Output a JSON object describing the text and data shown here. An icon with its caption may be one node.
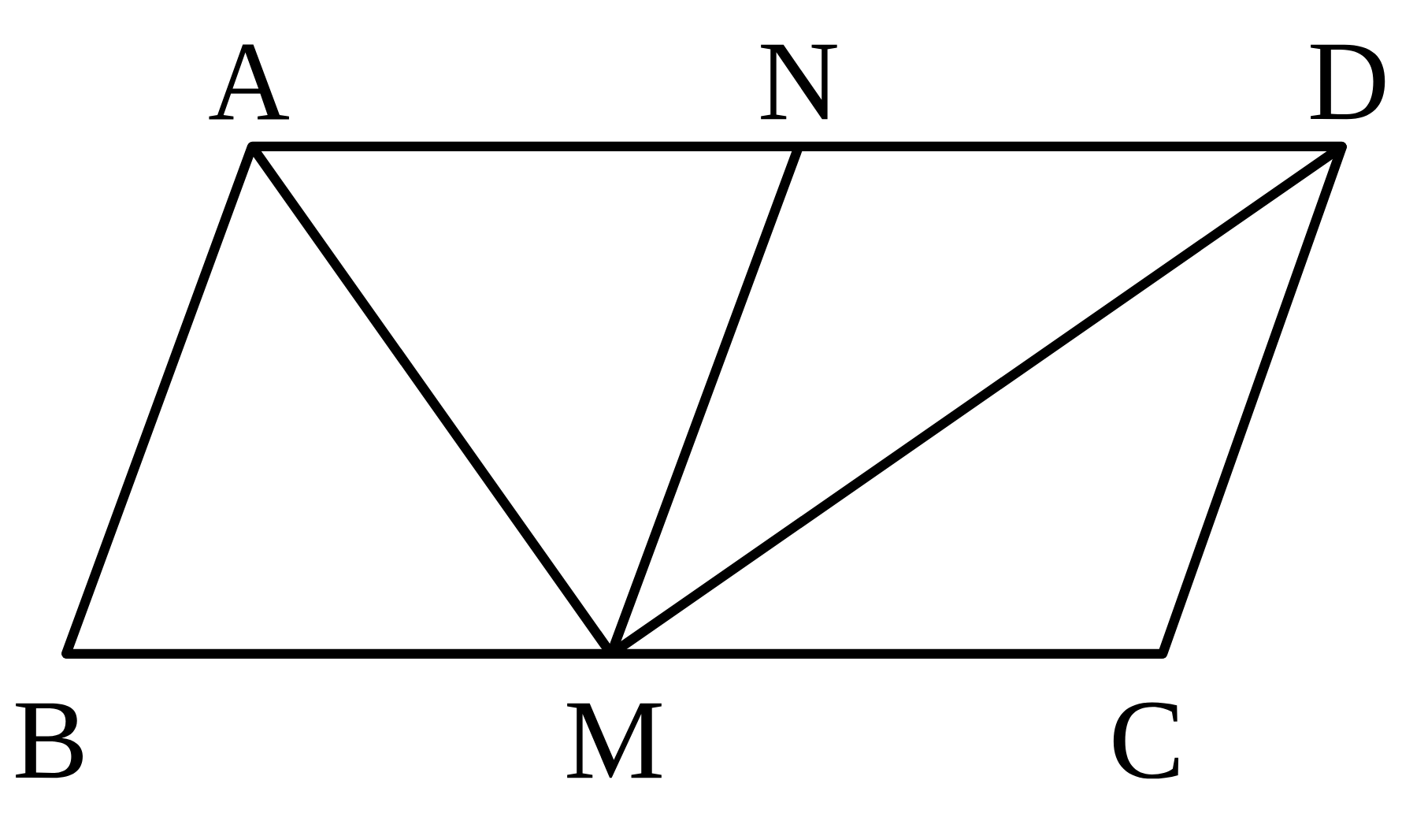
{
  "diagram": {
    "nodes": [
      {
        "text": [
          "A"
        ]
      },
      {
        "text": [
          "N"
        ]
      },
      {
        "text": [
          "D"
        ]
      },
      {
        "text": [
          "B"
        ]
      },
      {
        "text": [
          "M"
        ]
      },
      {
        "text": [
          "C"
        ]
      }
    ],
    "edges": [
      {
        "from": 0,
        "to": 1,
        "arrow": "none"
      },
      {
        "from": 1,
        "to": 2,
        "arrow": "none"
      },
      {
        "from": 0,
        "to": 3,
        "arrow": "none"
      },
      {
        "from": 3,
        "to": 4,
        "arrow": "none"
      },
      {
        "from": 4,
        "to": 5,
        "arrow": "none"
      },
      {
        "from": 5,
        "to": 2,
        "arrow": "none"
      },
      {
        "from": 0,
        "to": 4,
        "arrow": "none"
      },
      {
        "from": 1,
        "to": 4,
        "arrow": "none"
      },
      {
        "from": 2,
        "to": 4,
        "arrow": "none"
      }
    ]
  }
}
